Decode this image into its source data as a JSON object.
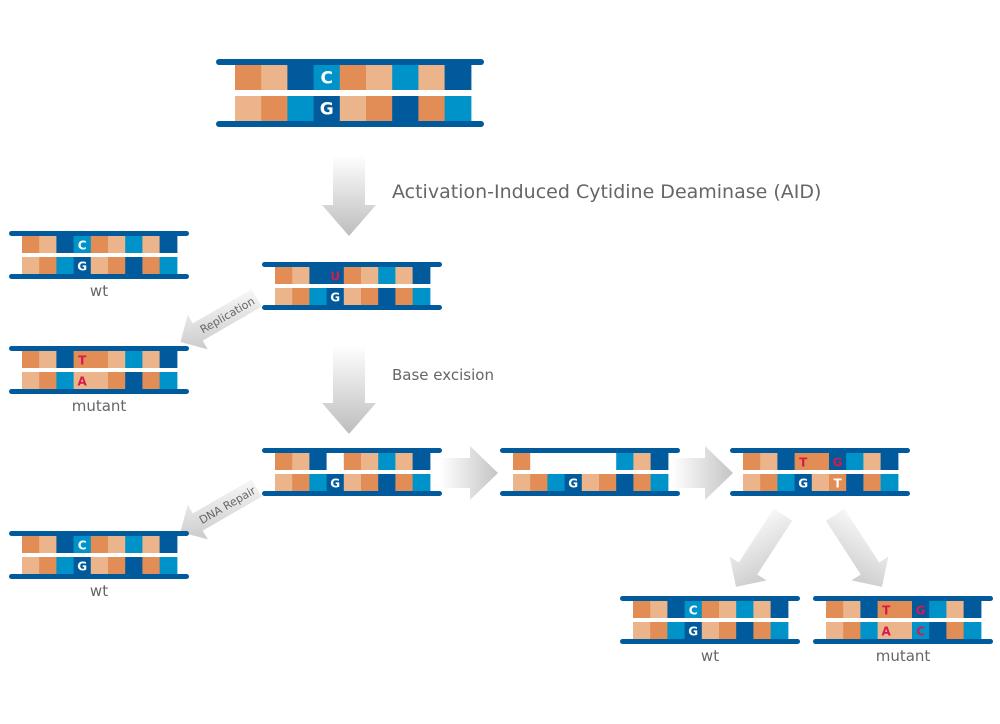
{
  "colors": {
    "dark_orange": "#e28d55",
    "light_orange": "#ecb48a",
    "dark_blue": "#005a9c",
    "light_blue": "#0093c9",
    "rail": "#005a9c",
    "base_white": "#ffffff",
    "base_red": "#d7194b",
    "label": "#666666"
  },
  "labels": {
    "aid": "Activation-Induced Cytidine Deaminase (AID)",
    "base_excision": "Base excision",
    "replication": "Replication",
    "dna_repair": "DNA Repair",
    "wt": "wt",
    "mutant": "mutant"
  },
  "strands": [
    {
      "id": "original",
      "size": "large",
      "top": [
        "DO",
        "LO",
        "DB",
        "LB",
        "DO",
        "LO",
        "LB",
        "LO",
        "DB"
      ],
      "bottom": [
        "LO",
        "DO",
        "LB",
        "DB",
        "LO",
        "DO",
        "DB",
        "DO",
        "LB"
      ],
      "top_letters": {
        "3": {
          "char": "C",
          "color": "white"
        }
      },
      "bottom_letters": {
        "3": {
          "char": "G",
          "color": "white"
        }
      },
      "caption": ""
    },
    {
      "id": "aid-product",
      "size": "small",
      "top": [
        "DO",
        "LO",
        "DB",
        "DB",
        "DO",
        "LO",
        "LB",
        "LO",
        "DB"
      ],
      "bottom": [
        "LO",
        "DO",
        "LB",
        "DB",
        "LO",
        "DO",
        "DB",
        "DO",
        "LB"
      ],
      "top_letters": {
        "3": {
          "char": "U",
          "color": "red"
        }
      },
      "bottom_letters": {
        "3": {
          "char": "G",
          "color": "white"
        }
      },
      "caption": ""
    },
    {
      "id": "wt-left-top",
      "size": "small",
      "top": [
        "DO",
        "LO",
        "DB",
        "LB",
        "DO",
        "LO",
        "LB",
        "LO",
        "DB"
      ],
      "bottom": [
        "LO",
        "DO",
        "LB",
        "DB",
        "LO",
        "DO",
        "DB",
        "DO",
        "LB"
      ],
      "top_letters": {
        "3": {
          "char": "C",
          "color": "white"
        }
      },
      "bottom_letters": {
        "3": {
          "char": "G",
          "color": "white"
        }
      },
      "caption": "wt"
    },
    {
      "id": "mutant-left",
      "size": "small",
      "top": [
        "DO",
        "LO",
        "DB",
        "DO",
        "DO",
        "LO",
        "LB",
        "LO",
        "DB"
      ],
      "bottom": [
        "LO",
        "DO",
        "LB",
        "LO",
        "LO",
        "DO",
        "DB",
        "DO",
        "LB"
      ],
      "top_letters": {
        "3": {
          "char": "T",
          "color": "red"
        }
      },
      "bottom_letters": {
        "3": {
          "char": "A",
          "color": "red"
        }
      },
      "caption": "mutant"
    },
    {
      "id": "excised",
      "size": "small",
      "top": [
        "DO",
        "LO",
        "DB",
        "GAP",
        "DO",
        "LO",
        "LB",
        "LO",
        "DB"
      ],
      "bottom": [
        "LO",
        "DO",
        "LB",
        "DB",
        "LO",
        "DO",
        "DB",
        "DO",
        "LB"
      ],
      "top_letters": {},
      "bottom_letters": {
        "3": {
          "char": "G",
          "color": "white"
        }
      },
      "caption": ""
    },
    {
      "id": "resected",
      "size": "small",
      "top": [
        "DO",
        "GAP",
        "GAP",
        "GAP",
        "GAP",
        "GAP",
        "LB",
        "LO",
        "DB"
      ],
      "bottom": [
        "LO",
        "DO",
        "LB",
        "DB",
        "LO",
        "DO",
        "DB",
        "DO",
        "LB"
      ],
      "top_letters": {},
      "bottom_letters": {
        "3": {
          "char": "G",
          "color": "white"
        }
      },
      "caption": ""
    },
    {
      "id": "error-prone-fill",
      "size": "small",
      "top": [
        "DO",
        "LO",
        "DB",
        "DO",
        "DO",
        "DB",
        "LB",
        "LO",
        "DB"
      ],
      "bottom": [
        "LO",
        "DO",
        "LB",
        "DB",
        "LO",
        "DO",
        "DB",
        "DO",
        "LB"
      ],
      "top_letters": {
        "3": {
          "char": "T",
          "color": "red"
        },
        "5": {
          "char": "G",
          "color": "red"
        }
      },
      "bottom_letters": {
        "3": {
          "char": "G",
          "color": "white"
        },
        "5": {
          "char": "T",
          "color": "white"
        }
      },
      "caption": ""
    },
    {
      "id": "wt-left-bottom",
      "size": "small",
      "top": [
        "DO",
        "LO",
        "DB",
        "LB",
        "DO",
        "LO",
        "LB",
        "LO",
        "DB"
      ],
      "bottom": [
        "LO",
        "DO",
        "LB",
        "DB",
        "LO",
        "DO",
        "DB",
        "DO",
        "LB"
      ],
      "top_letters": {
        "3": {
          "char": "C",
          "color": "white"
        }
      },
      "bottom_letters": {
        "3": {
          "char": "G",
          "color": "white"
        }
      },
      "caption": "wt"
    },
    {
      "id": "wt-right",
      "size": "small",
      "top": [
        "DO",
        "LO",
        "DB",
        "LB",
        "DO",
        "LO",
        "LB",
        "LO",
        "DB"
      ],
      "bottom": [
        "LO",
        "DO",
        "LB",
        "DB",
        "LO",
        "DO",
        "DB",
        "DO",
        "LB"
      ],
      "top_letters": {
        "3": {
          "char": "C",
          "color": "white"
        }
      },
      "bottom_letters": {
        "3": {
          "char": "G",
          "color": "white"
        }
      },
      "caption": "wt"
    },
    {
      "id": "mutant-right",
      "size": "small",
      "top": [
        "DO",
        "LO",
        "DB",
        "DO",
        "DO",
        "DB",
        "LB",
        "LO",
        "DB"
      ],
      "bottom": [
        "LO",
        "DO",
        "LB",
        "LO",
        "LO",
        "LB",
        "DB",
        "DO",
        "LB"
      ],
      "top_letters": {
        "3": {
          "char": "T",
          "color": "red"
        },
        "5": {
          "char": "G",
          "color": "red"
        }
      },
      "bottom_letters": {
        "3": {
          "char": "A",
          "color": "red"
        },
        "5": {
          "char": "C",
          "color": "red"
        }
      },
      "caption": "mutant"
    }
  ]
}
